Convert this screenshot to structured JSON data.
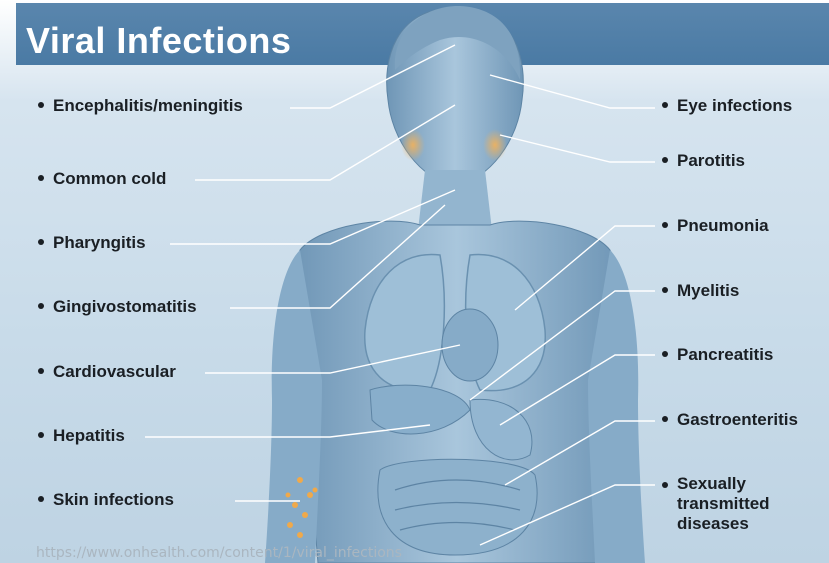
{
  "title": "Viral Infections",
  "labels_left": [
    "Encephalitis/meningitis",
    "Common cold",
    "Pharyngitis",
    "Gingivostomatitis",
    "Cardiovascular",
    "Hepatitis",
    "Skin infections"
  ],
  "labels_right": [
    "Eye infections",
    "Parotitis",
    "Pneumonia",
    "Myelitis",
    "Pancreatitis",
    "Gastroenteritis",
    "Sexually transmitted diseases"
  ],
  "source": "https://www.onhealth.com/content/1/viral_infections",
  "colors": {
    "banner": "#4a7aa4",
    "body": "#8eb3cf",
    "highlight": "#f0a94a"
  }
}
